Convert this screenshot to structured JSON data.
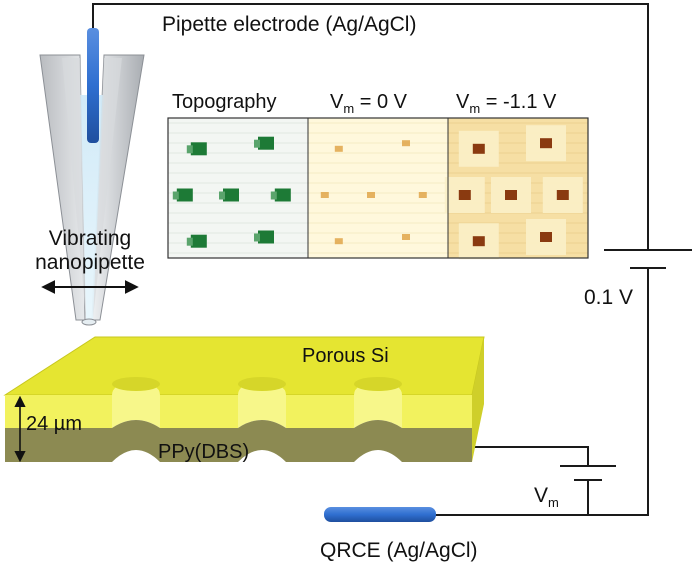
{
  "labels": {
    "pipette_electrode": "Pipette electrode (Ag/AgCl)",
    "topography": "Topography",
    "vm_letter": "V",
    "vm_sub": "m",
    "vm_zero": " = 0 V",
    "vm_neg": " = -1.1 V",
    "vibrating": "Vibrating",
    "nanopipette": "nanopipette",
    "supply_voltage": "0.1 V",
    "porous_si": "Porous Si",
    "thickness": "24 µm",
    "ppy": "PPy(DBS)",
    "qrce": "QRCE (Ag/AgCl)"
  },
  "colors": {
    "wire": "#1a1a1a",
    "electrode": "#2f6fd0",
    "si_top": "#e5e531",
    "si_side": "#f2f25e",
    "ppy": "#8c8a52",
    "topo_bg": "#f3f6f3",
    "topo_spot": "#1d7a36",
    "vm0_bg": "#fff8dc",
    "vm0_spot": "#e0a64a",
    "vm1_bg": "#f6dfa4",
    "vm1_spot": "#8a3a10"
  },
  "icons": {
    "arrow": "double-headed-arrow-icon",
    "battery": "battery-icon"
  }
}
